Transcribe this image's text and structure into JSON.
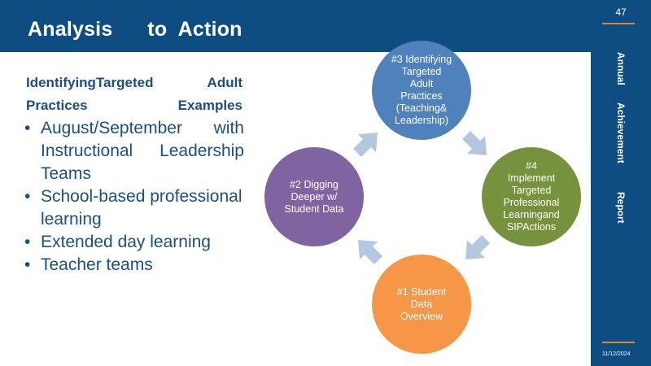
{
  "header": {
    "title": "Analysis      to  Action"
  },
  "sidebar": {
    "page_number": "47",
    "labels": [
      "Annual",
      "Achievement",
      "Report"
    ],
    "date": "11/12/2024"
  },
  "content": {
    "subtitle_lines": [
      "IdentifyingTargeted  Adult",
      "Practices  Examples"
    ],
    "bullets": [
      "August/September  with Instructional Leadership Teams",
      "School-based professional learning",
      "Extended  day learning",
      "Teacher teams"
    ]
  },
  "cycle": {
    "steps": [
      {
        "label": "#3 Identifying\nTargeted\nAdult\nPractices\n(Teaching&\nLeadership)",
        "color": "#4f81bd"
      },
      {
        "label": "#4\nImplement\nTargeted\nProfessional\nLearningand\nSIPActions",
        "color": "#77923c"
      },
      {
        "label": "#1 Student\nData\nOverview",
        "color": "#f79646"
      },
      {
        "label": "#2 Digging\nDeeper w/\nStudent Data",
        "color": "#8064a2"
      }
    ],
    "arrow_color": "#b3c7e0"
  }
}
